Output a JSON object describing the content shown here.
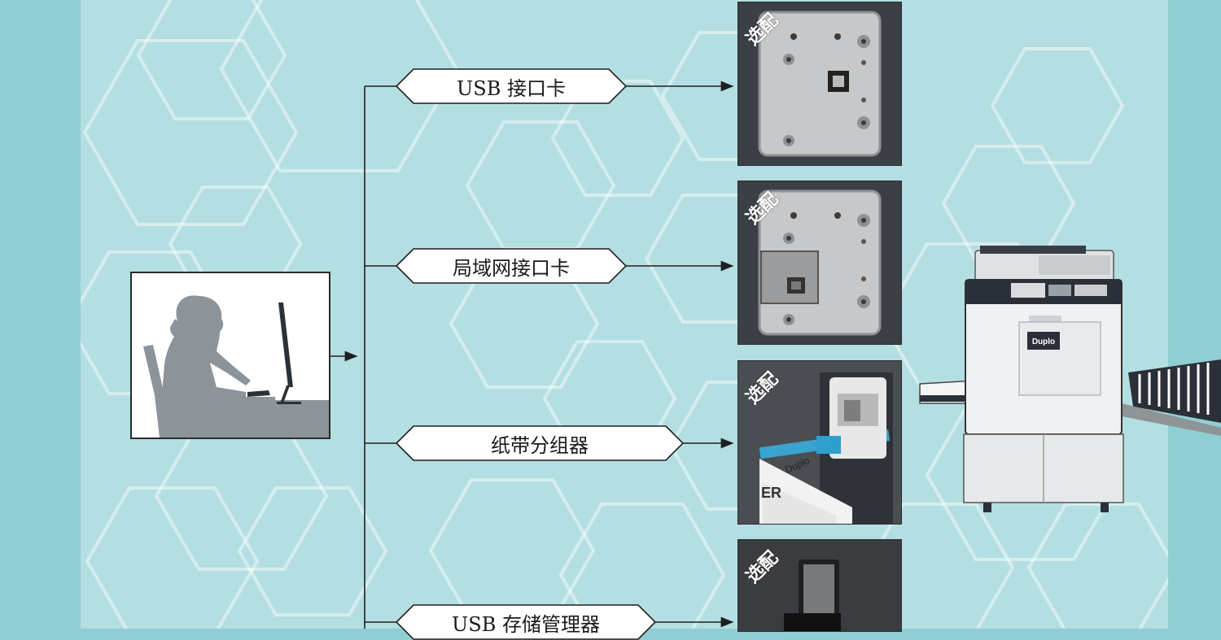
{
  "branches": [
    {
      "label": "USB 接口卡",
      "tag": "选配"
    },
    {
      "label": "局域网接口卡",
      "tag": "选配"
    },
    {
      "label": "纸带分组器",
      "tag": "选配"
    },
    {
      "label": "USB 存储管理器",
      "tag": "选配"
    }
  ],
  "printer": {
    "brand_label": "Duplo"
  },
  "sorter_photo": {
    "paper_print": "Duplo",
    "paper_print_partial": "ER"
  }
}
